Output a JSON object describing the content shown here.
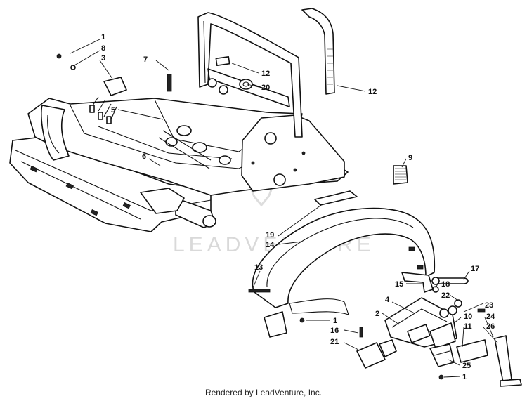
{
  "watermark": "LEADVENTURE",
  "footer": "Rendered by LeadVenture, Inc.",
  "callouts": {
    "c1a": "1",
    "c8": "8",
    "c3": "3",
    "c7": "7",
    "c12a": "12",
    "c20": "20",
    "c12b": "12",
    "c5": "5",
    "c6": "6",
    "c9": "9",
    "c19": "19",
    "c14": "14",
    "c13": "13",
    "c17": "17",
    "c15": "15",
    "c18": "18",
    "c22": "22",
    "c4": "4",
    "c23": "23",
    "c2": "2",
    "c10": "10",
    "c1b": "1",
    "c11": "11",
    "c24": "24",
    "c16": "16",
    "c26": "26",
    "c21": "21",
    "c25": "25",
    "c1c": "1"
  }
}
